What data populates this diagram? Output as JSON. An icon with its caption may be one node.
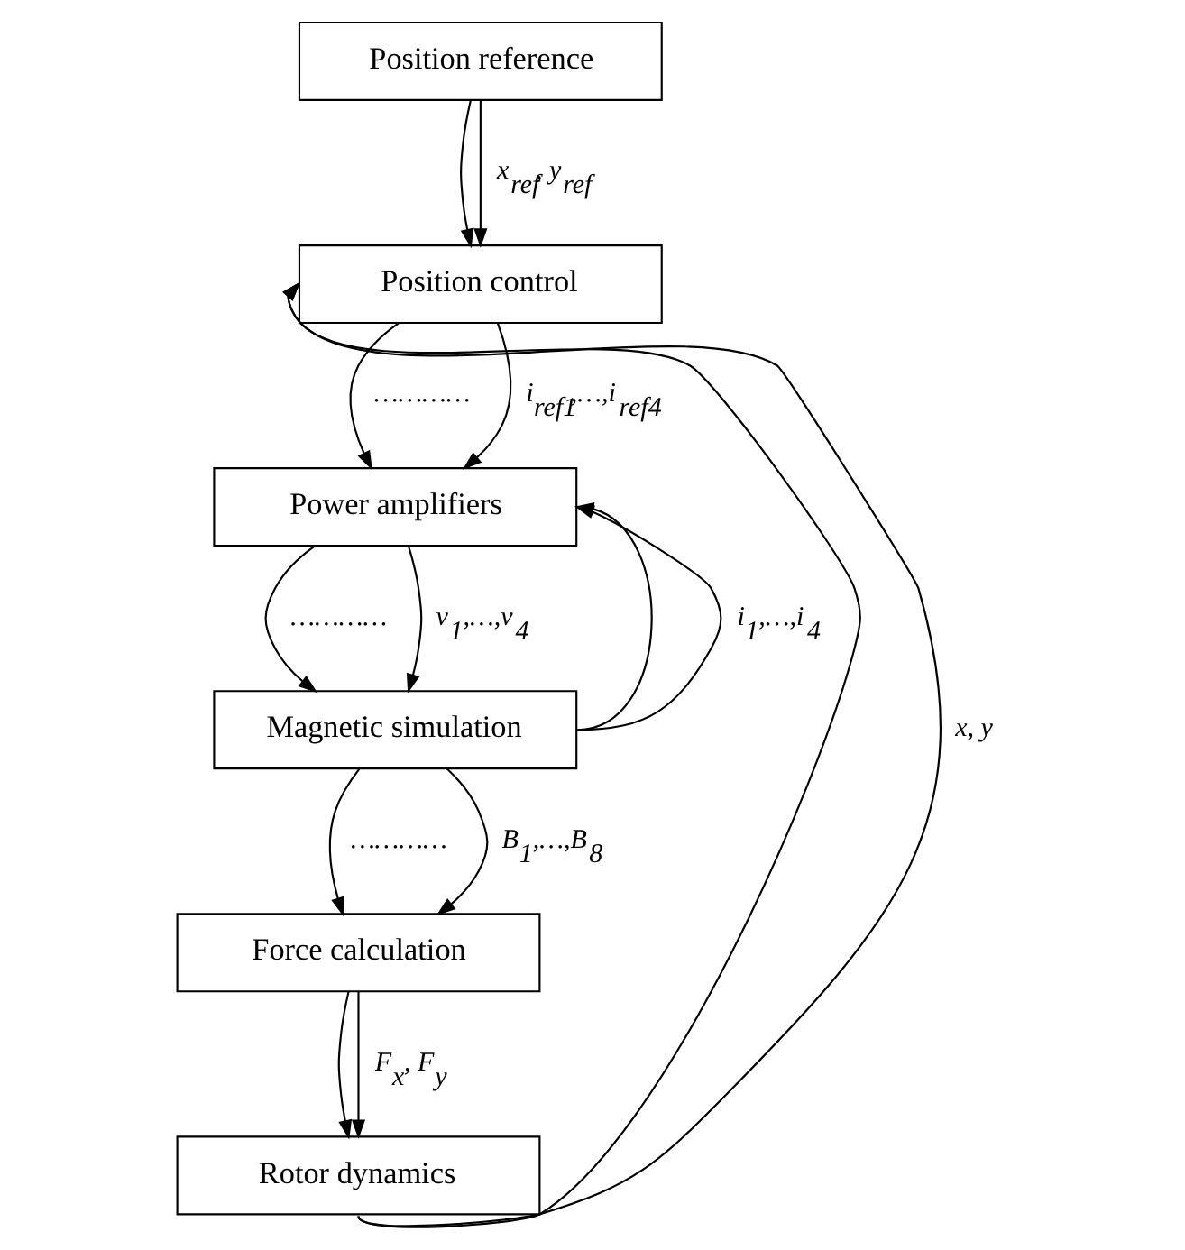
{
  "diagram": {
    "nodes": [
      {
        "text": [
          "Position reference"
        ]
      },
      {
        "text": [
          "Position control"
        ]
      },
      {
        "text": [
          "Power amplifiers"
        ]
      },
      {
        "text": [
          "Magnetic simulation"
        ]
      },
      {
        "text": [
          "Force calculation"
        ]
      },
      {
        "text": [
          "Rotor dynamics"
        ]
      }
    ],
    "edges": [
      {
        "from": 0,
        "to": 1,
        "arrow": "to"
      },
      {
        "from": 0,
        "to": 1,
        "arrow": "to",
        "label": "x$_{ref}$, y$_{ref}$"
      },
      {
        "from": 1,
        "to": 2,
        "arrow": "to",
        "label": "…………"
      },
      {
        "from": 1,
        "to": 2,
        "arrow": "to",
        "label": "i$_{ref1}$,…,i$_{ref4}$"
      },
      {
        "from": 2,
        "to": 3,
        "arrow": "to",
        "label": "…………"
      },
      {
        "from": 2,
        "to": 3,
        "arrow": "to",
        "label": "v$_{1}$,…,v$_{4}$"
      },
      {
        "from": 3,
        "to": 2,
        "arrow": "to"
      },
      {
        "from": 3,
        "to": 2,
        "arrow": "to",
        "label": "i$_{1}$,…,i$_{4}$"
      },
      {
        "from": 3,
        "to": 4,
        "arrow": "to",
        "label": "…………"
      },
      {
        "from": 3,
        "to": 4,
        "arrow": "to",
        "label": "B$_{1}$,…,B$_{8}$"
      },
      {
        "from": 4,
        "to": 5,
        "arrow": "to"
      },
      {
        "from": 4,
        "to": 5,
        "arrow": "to",
        "label": "F$_{x}$, F$_{y}$"
      },
      {
        "from": 5,
        "to": 1,
        "arrow": "to"
      },
      {
        "from": 5,
        "to": 1,
        "arrow": "to",
        "label": "x, y"
      }
    ]
  }
}
